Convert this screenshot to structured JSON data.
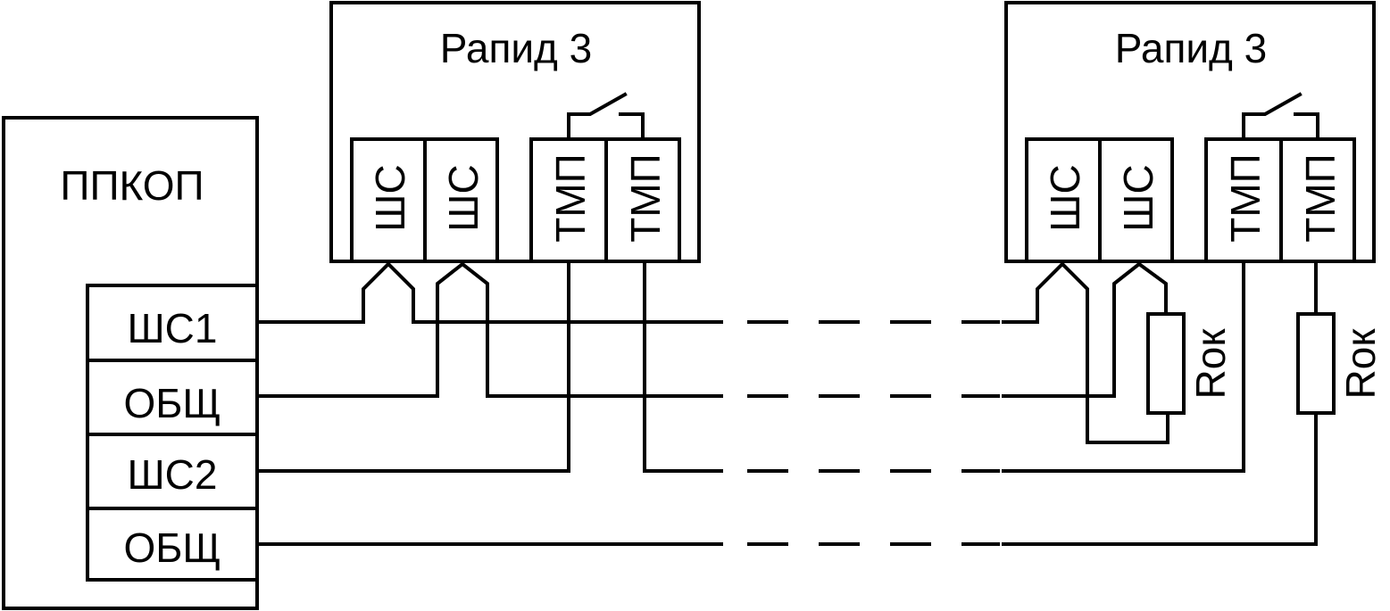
{
  "panel": {
    "title": "ППКОП",
    "terminals": [
      "ШС1",
      "ОБЩ",
      "ШС2",
      "ОБЩ"
    ]
  },
  "devices": [
    {
      "title": "Рапид 3",
      "terminals": [
        "ШС",
        "ШС",
        "ТМП",
        "ТМП"
      ]
    },
    {
      "title": "Рапид 3",
      "terminals": [
        "ШС",
        "ШС",
        "ТМП",
        "ТМП"
      ]
    }
  ],
  "resistors": [
    {
      "label": "Rок"
    },
    {
      "label": "Rок"
    }
  ]
}
